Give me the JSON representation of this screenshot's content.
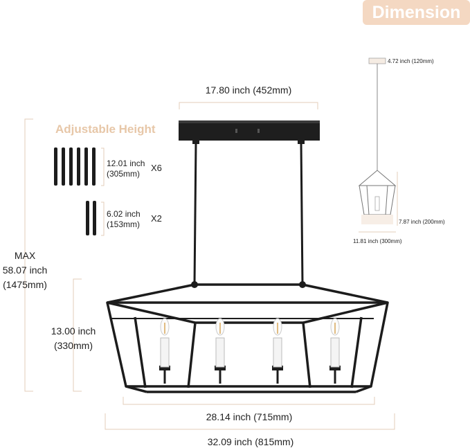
{
  "header": {
    "badge": "Dimension"
  },
  "dimensions": {
    "canopy_width": "17.80 inch (452mm)",
    "max_height": [
      "MAX",
      "58.07 inch",
      "(1475mm)"
    ],
    "body_height": [
      "13.00 inch",
      "(330mm)"
    ],
    "inner_width": "28.14 inch (715mm)",
    "outer_width": "32.09 inch (815mm)"
  },
  "rods": {
    "title": "Adjustable Height",
    "long": {
      "length": [
        "12.01 inch",
        "(305mm)"
      ],
      "qty": "X6"
    },
    "short": {
      "length": [
        "6.02 inch",
        "(153mm)"
      ],
      "qty": "X2"
    }
  },
  "side_view": {
    "canopy": "4.72 inch (120mm)",
    "height": "7.87 inch (200mm)",
    "width": "11.81 inch (300mm)"
  },
  "colors": {
    "metal": "#1c1c1c",
    "accent": "#e7c7a8",
    "badge_bg": "#f4d8c2",
    "dim_line": "#e3cdb8"
  }
}
